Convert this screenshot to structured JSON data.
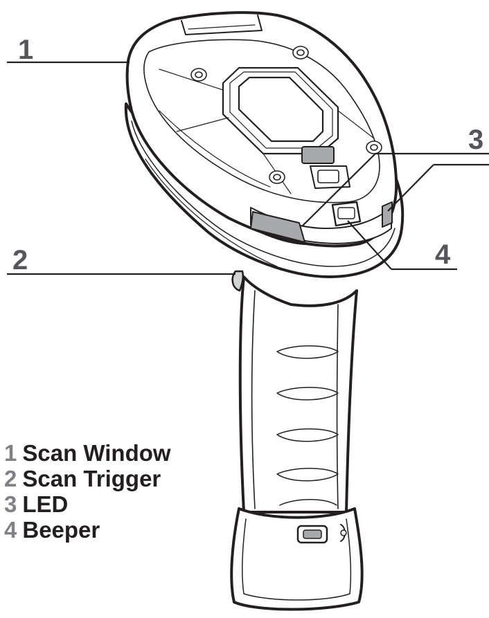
{
  "colors": {
    "outline": "#231f20",
    "callout_number": "#55565a",
    "legend_number": "#808184",
    "shade_dark": "#a7a9ac",
    "shade_light": "#d1d3d4"
  },
  "callouts": [
    {
      "number": "1",
      "label": "Scan Window"
    },
    {
      "number": "2",
      "label": "Scan Trigger"
    },
    {
      "number": "3",
      "label": "LED"
    },
    {
      "number": "4",
      "label": "Beeper"
    }
  ]
}
